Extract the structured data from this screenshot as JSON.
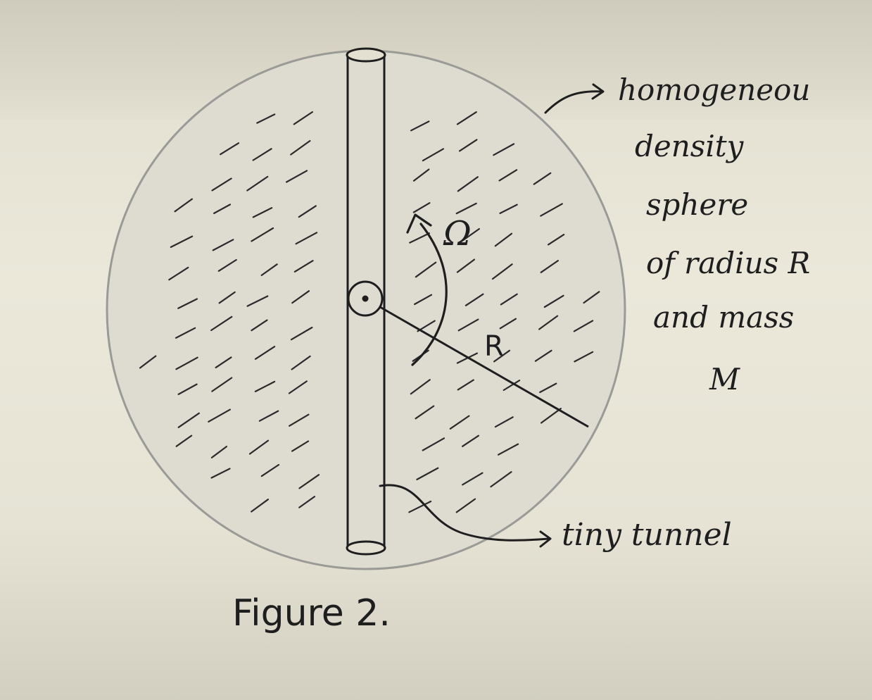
{
  "annotations": {
    "sphere_label_lines": [
      "homogeneou",
      "density",
      "sphere",
      "of radius R",
      "and mass",
      "M"
    ],
    "tunnel_label": "tiny tunnel",
    "figure_caption": "Figure 2."
  },
  "symbols": {
    "angular_velocity": "Ω",
    "radius": "R"
  },
  "colors": {
    "ink": "#1e1e1e",
    "sphere_outline": "#9a9a96",
    "sphere_fill": "#dedbd0",
    "paper": "#ebe8da"
  }
}
